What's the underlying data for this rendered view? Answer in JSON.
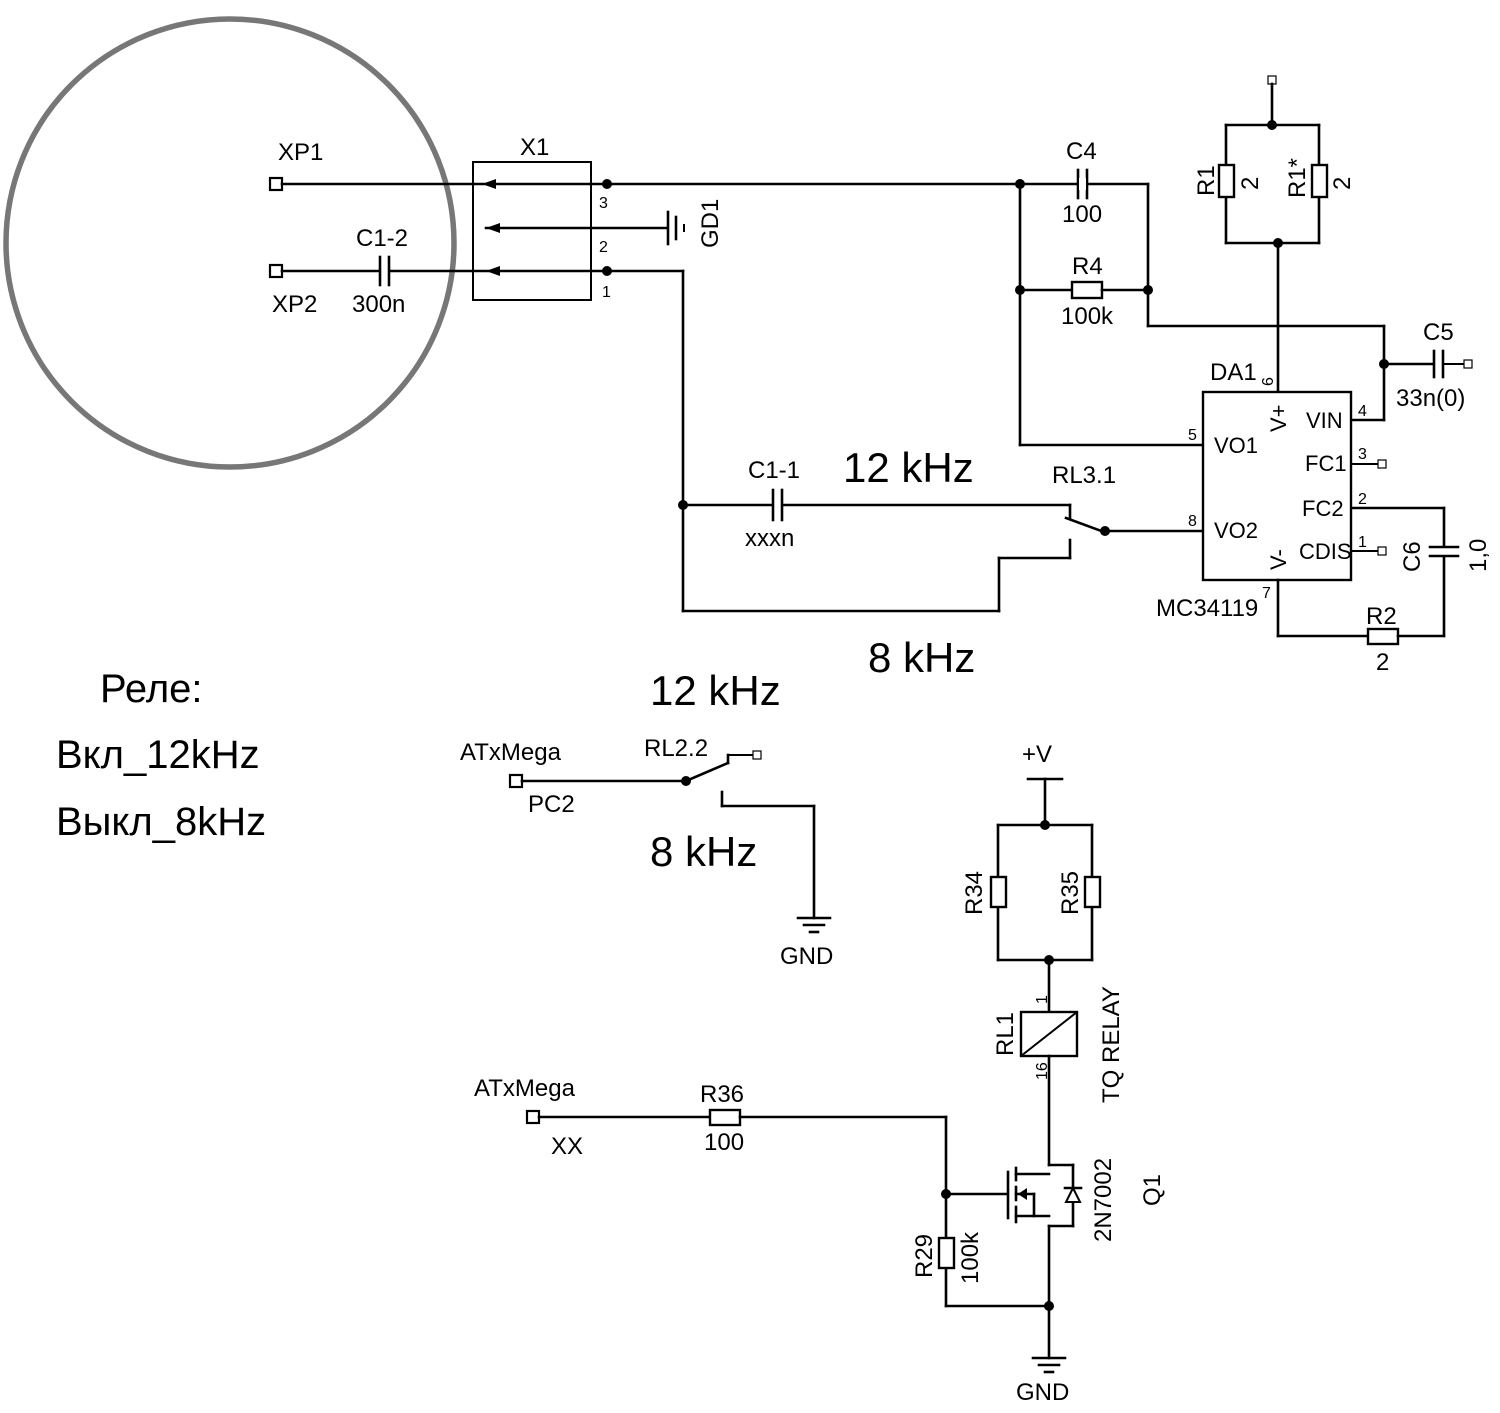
{
  "connectors": {
    "xp1": "XP1",
    "xp2": "XP2",
    "x1": "X1",
    "x1_pins": [
      "3",
      "2",
      "1"
    ],
    "gd1": "GD1"
  },
  "components": {
    "c1_2": {
      "name": "C1-2",
      "value": "300n"
    },
    "c4": {
      "name": "C4",
      "value": "100"
    },
    "r4": {
      "name": "R4",
      "value": "100k"
    },
    "r1": {
      "name": "R1",
      "value": "2"
    },
    "r1s": {
      "name": "R1*",
      "value": "2"
    },
    "c5": {
      "name": "C5",
      "value": "33n(0)"
    },
    "c1_1": {
      "name": "C1-1",
      "value": "xxxn"
    },
    "c6": {
      "name": "C6",
      "value": "1,0"
    },
    "r2": {
      "name": "R2",
      "value": "2"
    },
    "r34": {
      "name": "R34"
    },
    "r35": {
      "name": "R35"
    },
    "rl1": {
      "name": "RL1",
      "type": "TQ RELAY",
      "pin_top": "1",
      "pin_bottom": "16"
    },
    "r36": {
      "name": "R36",
      "value": "100"
    },
    "r29": {
      "name": "R29",
      "value": "100k"
    },
    "q1": {
      "name": "Q1",
      "part": "2N7002"
    }
  },
  "ic": {
    "name": "DA1",
    "part": "MC34119",
    "pins": {
      "vplus": {
        "label": "V+",
        "num": "6"
      },
      "vminus": {
        "label": "V-",
        "num": "7"
      },
      "vo1": {
        "label": "VO1",
        "num": "5"
      },
      "vo2": {
        "label": "VO2",
        "num": "8"
      },
      "vin": {
        "label": "VIN",
        "num": "4"
      },
      "fc1": {
        "label": "FC1",
        "num": "3"
      },
      "fc2": {
        "label": "FC2",
        "num": "2"
      },
      "cdis": {
        "label": "CDIS",
        "num": "1"
      }
    }
  },
  "relays": {
    "rl3": "RL3.1",
    "rl2": "RL2.2"
  },
  "freq": {
    "f12_top": "12  kHz",
    "f8_top": "8  kHz",
    "f12_mid": "12  kHz",
    "f8_mid": "8  kHz"
  },
  "mcu": {
    "name1": "ATxMega",
    "pin1": "PC2",
    "name2": "ATxMega",
    "pin2": "XX"
  },
  "power": {
    "vplus": "+V",
    "gnd1": "GND",
    "gnd2": "GND"
  },
  "notes": {
    "title": "Реле:",
    "line1": "Вкл_12kHz",
    "line2": "Выкл_8kHz"
  }
}
